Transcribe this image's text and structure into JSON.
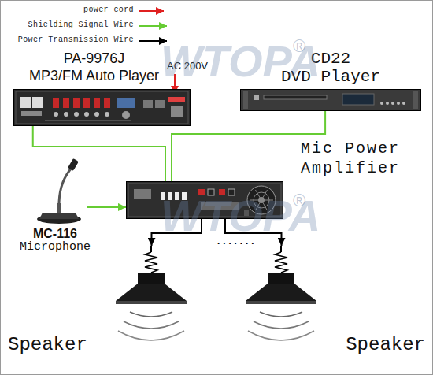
{
  "diagram": {
    "nodes": [
      {
        "text": [
          "PA-9976J",
          "MP3/FM Auto Player"
        ]
      },
      {
        "text": [
          "CD22",
          "DVD Player"
        ]
      },
      {
        "text": [
          "Mic Power Amplifier"
        ]
      },
      {
        "text": [
          "MC-116",
          "Microphone"
        ]
      },
      {
        "text": [
          "Speaker"
        ]
      },
      {
        "text": [
          "Speaker"
        ]
      }
    ],
    "edges": [
      {
        "from": 0,
        "to": 2,
        "arrow": "none"
      },
      {
        "from": 1,
        "to": 2,
        "arrow": "none"
      },
      {
        "from": 3,
        "to": 2,
        "arrow": "to"
      },
      {
        "from": 2,
        "to": 4,
        "arrow": "to"
      },
      {
        "from": 2,
        "to": 5,
        "arrow": "to"
      }
    ],
    "labels": [
      "AC 200V",
      "WTOPA",
      "®",
      "WTOPA",
      "®",
      "......."
    ],
    "legend": [
      {
        "text": "power cord"
      },
      {
        "text": "Shielding Signal Wire"
      },
      {
        "text": "Power Transmission Wire"
      }
    ]
  }
}
